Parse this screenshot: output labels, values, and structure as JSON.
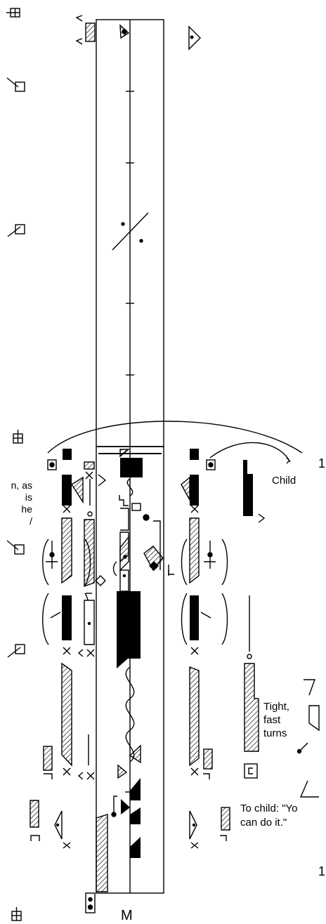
{
  "staff_label": "M",
  "page_marks": [
    "1",
    "1"
  ],
  "annotations": {
    "child_label": "Child",
    "turns_note_lines": [
      "Tight,",
      "fast",
      "turns"
    ],
    "child_speech_lines": [
      "To child: \"Yo",
      "can do it.\""
    ],
    "left_note_lines": [
      "n, as",
      "is",
      "he",
      "/"
    ]
  },
  "colors": {
    "ink": "#000000",
    "paper": "#ffffff"
  }
}
